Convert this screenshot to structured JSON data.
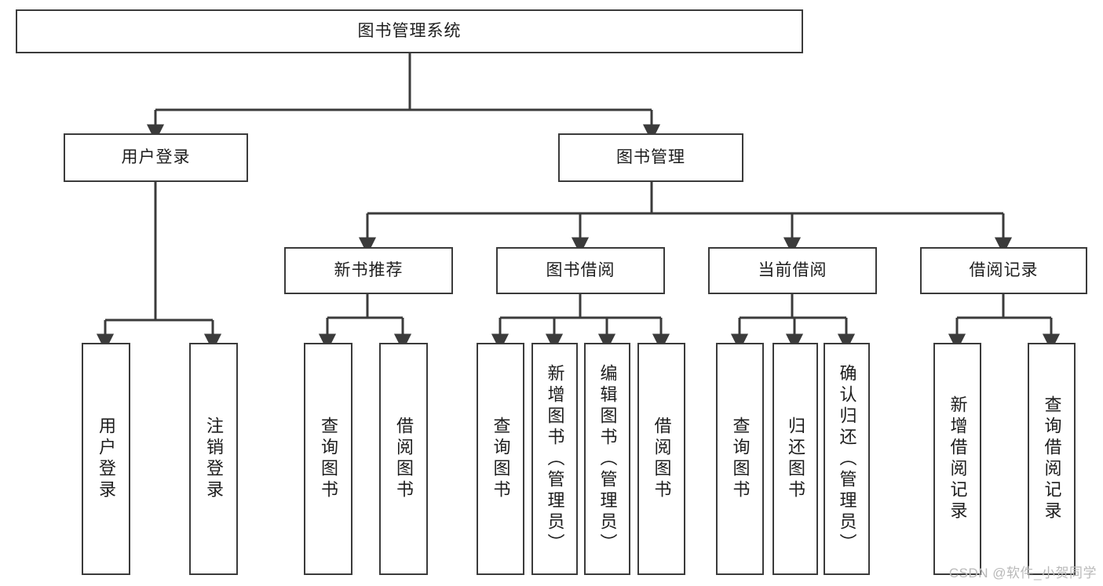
{
  "diagram": {
    "title": "图书管理系统",
    "type": "tree-hierarchy",
    "root": {
      "label": "图书管理系统"
    },
    "level2": [
      {
        "label": "用户登录"
      },
      {
        "label": "图书管理"
      }
    ],
    "level3": [
      {
        "label": "新书推荐"
      },
      {
        "label": "图书借阅"
      },
      {
        "label": "当前借阅"
      },
      {
        "label": "借阅记录"
      }
    ],
    "leaves": {
      "user_login": [
        {
          "label": "用户登录"
        },
        {
          "label": "注销登录"
        }
      ],
      "new_book_recommend": [
        {
          "label": "查询图书"
        },
        {
          "label": "借阅图书"
        }
      ],
      "book_borrow": [
        {
          "label": "查询图书"
        },
        {
          "label": "新增图书（管理员）"
        },
        {
          "label": "编辑图书（管理员）"
        },
        {
          "label": "借阅图书"
        }
      ],
      "current_borrow": [
        {
          "label": "查询图书"
        },
        {
          "label": "归还图书"
        },
        {
          "label": "确认归还（管理员）"
        }
      ],
      "borrow_record": [
        {
          "label": "新增借阅记录"
        },
        {
          "label": "查询借阅记录"
        }
      ]
    }
  },
  "watermark": {
    "text": "CSDN @软件_小贺同学"
  },
  "colors": {
    "border": "#3b3b3b",
    "background": "#ffffff",
    "text": "#1d1d1d",
    "watermark": "#b9b9b9"
  }
}
